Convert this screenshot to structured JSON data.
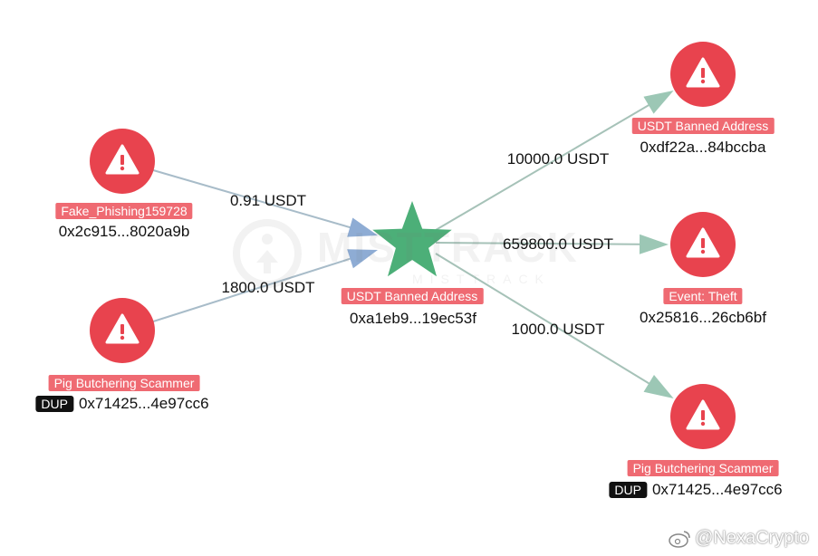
{
  "colors": {
    "alert_node": "#e8434e",
    "center_star": "#4caf78",
    "label_bg": "#ef6a72",
    "edge_out": "#a6c2b8",
    "edge_in": "#a8bcc9",
    "arrow_in": "#8eacd4",
    "arrow_out": "#9cc7b5"
  },
  "center": {
    "label": "USDT Banned Address",
    "address": "0xa1eb9...19ec53f",
    "icon": "star-icon"
  },
  "sources": [
    {
      "label": "Fake_Phishing159728",
      "address": "0x2c915...8020a9b",
      "dup": "",
      "amount": "0.91 USDT",
      "icon": "warning-icon"
    },
    {
      "label": "Pig Butchering Scammer",
      "address": "0x71425...4e97cc6",
      "dup": "DUP",
      "amount": "1800.0 USDT",
      "icon": "warning-icon"
    }
  ],
  "targets": [
    {
      "label": "USDT Banned Address",
      "address": "0xdf22a...84bccba",
      "dup": "",
      "amount": "10000.0 USDT",
      "icon": "warning-icon"
    },
    {
      "label": "Event: Theft",
      "address": "0x25816...26cb6bf",
      "dup": "",
      "amount": "659800.0 USDT",
      "icon": "warning-icon"
    },
    {
      "label": "Pig Butchering Scammer",
      "address": "0x71425...4e97cc6",
      "dup": "DUP",
      "amount": "1000.0 USDT",
      "icon": "warning-icon"
    }
  ],
  "watermark": {
    "text": "MISTTRACK",
    "sub": "MISTTRACK",
    "icon": "misttrack-logo-icon"
  },
  "credit": {
    "text": "@NexaCrypto",
    "icon": "weibo-icon"
  }
}
